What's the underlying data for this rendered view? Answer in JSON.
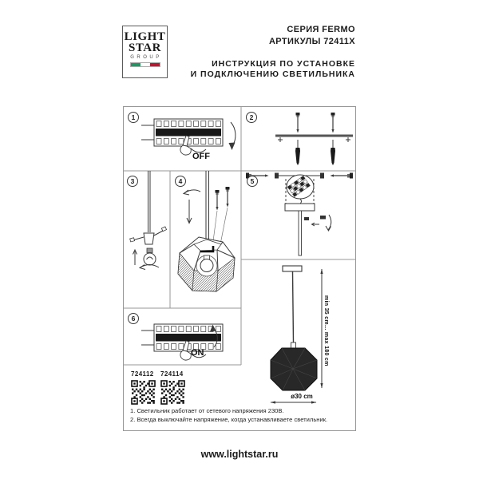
{
  "header": {
    "logo": {
      "line1": "LIGHT",
      "line2": "STAR",
      "line3": "GROUP"
    },
    "series": "СЕРИЯ FERMO",
    "articles": "АРТИКУЛЫ 72411X",
    "title_line1": "ИНСТРУКЦИЯ ПО УСТАНОВКЕ",
    "title_line2": "И ПОДКЛЮЧЕНИЮ СВЕТИЛЬНИКА"
  },
  "steps": [
    {
      "num": "1",
      "label": "OFF"
    },
    {
      "num": "2",
      "label": ""
    },
    {
      "num": "3",
      "label": ""
    },
    {
      "num": "4",
      "label": ""
    },
    {
      "num": "5",
      "label": ""
    },
    {
      "num": "6",
      "label": "ON"
    }
  ],
  "product_codes": [
    "724112",
    "724114"
  ],
  "dimensions": {
    "height_range": "min 35 cm... max 180 cm",
    "diameter": "ø30 cm"
  },
  "notes": [
    "1. Светильник работает от сетевого напряжения 230В.",
    "2. Всегда выключайте напряжение, когда устанавливаете светильник."
  ],
  "footer": {
    "website": "www.lightstar.ru"
  },
  "colors": {
    "line_art": "#3a3a3a",
    "panel_border": "#979797",
    "shade_fill": "#282828",
    "flag_green": "#169b62",
    "flag_white": "#ffffff",
    "flag_red": "#c8102e"
  }
}
